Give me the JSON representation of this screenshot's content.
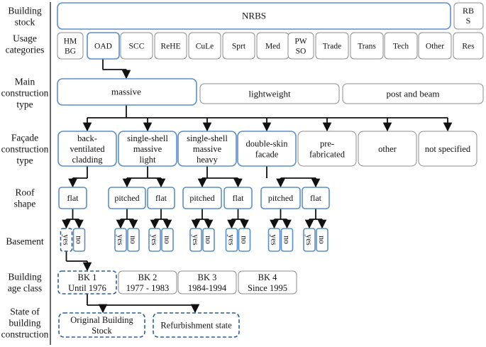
{
  "row_labels": {
    "building_stock": [
      "Building",
      "stock"
    ],
    "usage_categories": [
      "Usage",
      "categories"
    ],
    "main_construction_type": [
      "Main",
      "construction",
      "type"
    ],
    "facade_construction_type": [
      "Façade",
      "construction",
      "type"
    ],
    "roof_shape": [
      "Roof",
      "shape"
    ],
    "basement": [
      "Basement"
    ],
    "building_age_class": [
      "Building",
      "age class"
    ],
    "state_of_building_construction": [
      "State of",
      "building",
      "construction"
    ]
  },
  "building_stock": {
    "nrbs": "NRBS",
    "rbs": [
      "RB",
      "S"
    ]
  },
  "usage_categories": [
    [
      "HM",
      "BG"
    ],
    [
      "OAD"
    ],
    [
      "SCC"
    ],
    [
      "ReHE"
    ],
    [
      "CuLe"
    ],
    [
      "Sprt"
    ],
    [
      "Med"
    ],
    [
      "PW",
      "SO"
    ],
    [
      "Trade"
    ],
    [
      "Trans"
    ],
    [
      "Tech"
    ],
    [
      "Other"
    ],
    [
      "Res"
    ]
  ],
  "main_construction": {
    "massive": "massive",
    "lightweight": "lightweight",
    "post_and_beam": "post and beam"
  },
  "facade_types": [
    [
      "back-",
      "ventilated",
      "cladding"
    ],
    [
      "single-shell",
      "massive",
      "light"
    ],
    [
      "single-shell",
      "massive",
      "heavy"
    ],
    [
      "double-skin",
      "facade"
    ],
    [
      "pre-",
      "fabricated"
    ],
    [
      "other"
    ],
    [
      "not specified"
    ]
  ],
  "roof_shapes": {
    "flat": "flat",
    "pitched": "pitched"
  },
  "basement_options": {
    "yes": "yes",
    "no": "no"
  },
  "age_classes": [
    [
      "BK 1",
      "Until 1976"
    ],
    [
      "BK 2",
      "1977 - 1983"
    ],
    [
      "BK 3",
      "1984-1994"
    ],
    [
      "BK 4",
      "Since 1995"
    ]
  ],
  "construction_states": [
    [
      "Original Building",
      "Stock"
    ],
    [
      "Refurbishment state"
    ]
  ],
  "colors": {
    "highlight": "#5b8ec9",
    "dashed": "#2f5e9a",
    "neutral": "#8c8c8c",
    "arrow": "#111111"
  }
}
